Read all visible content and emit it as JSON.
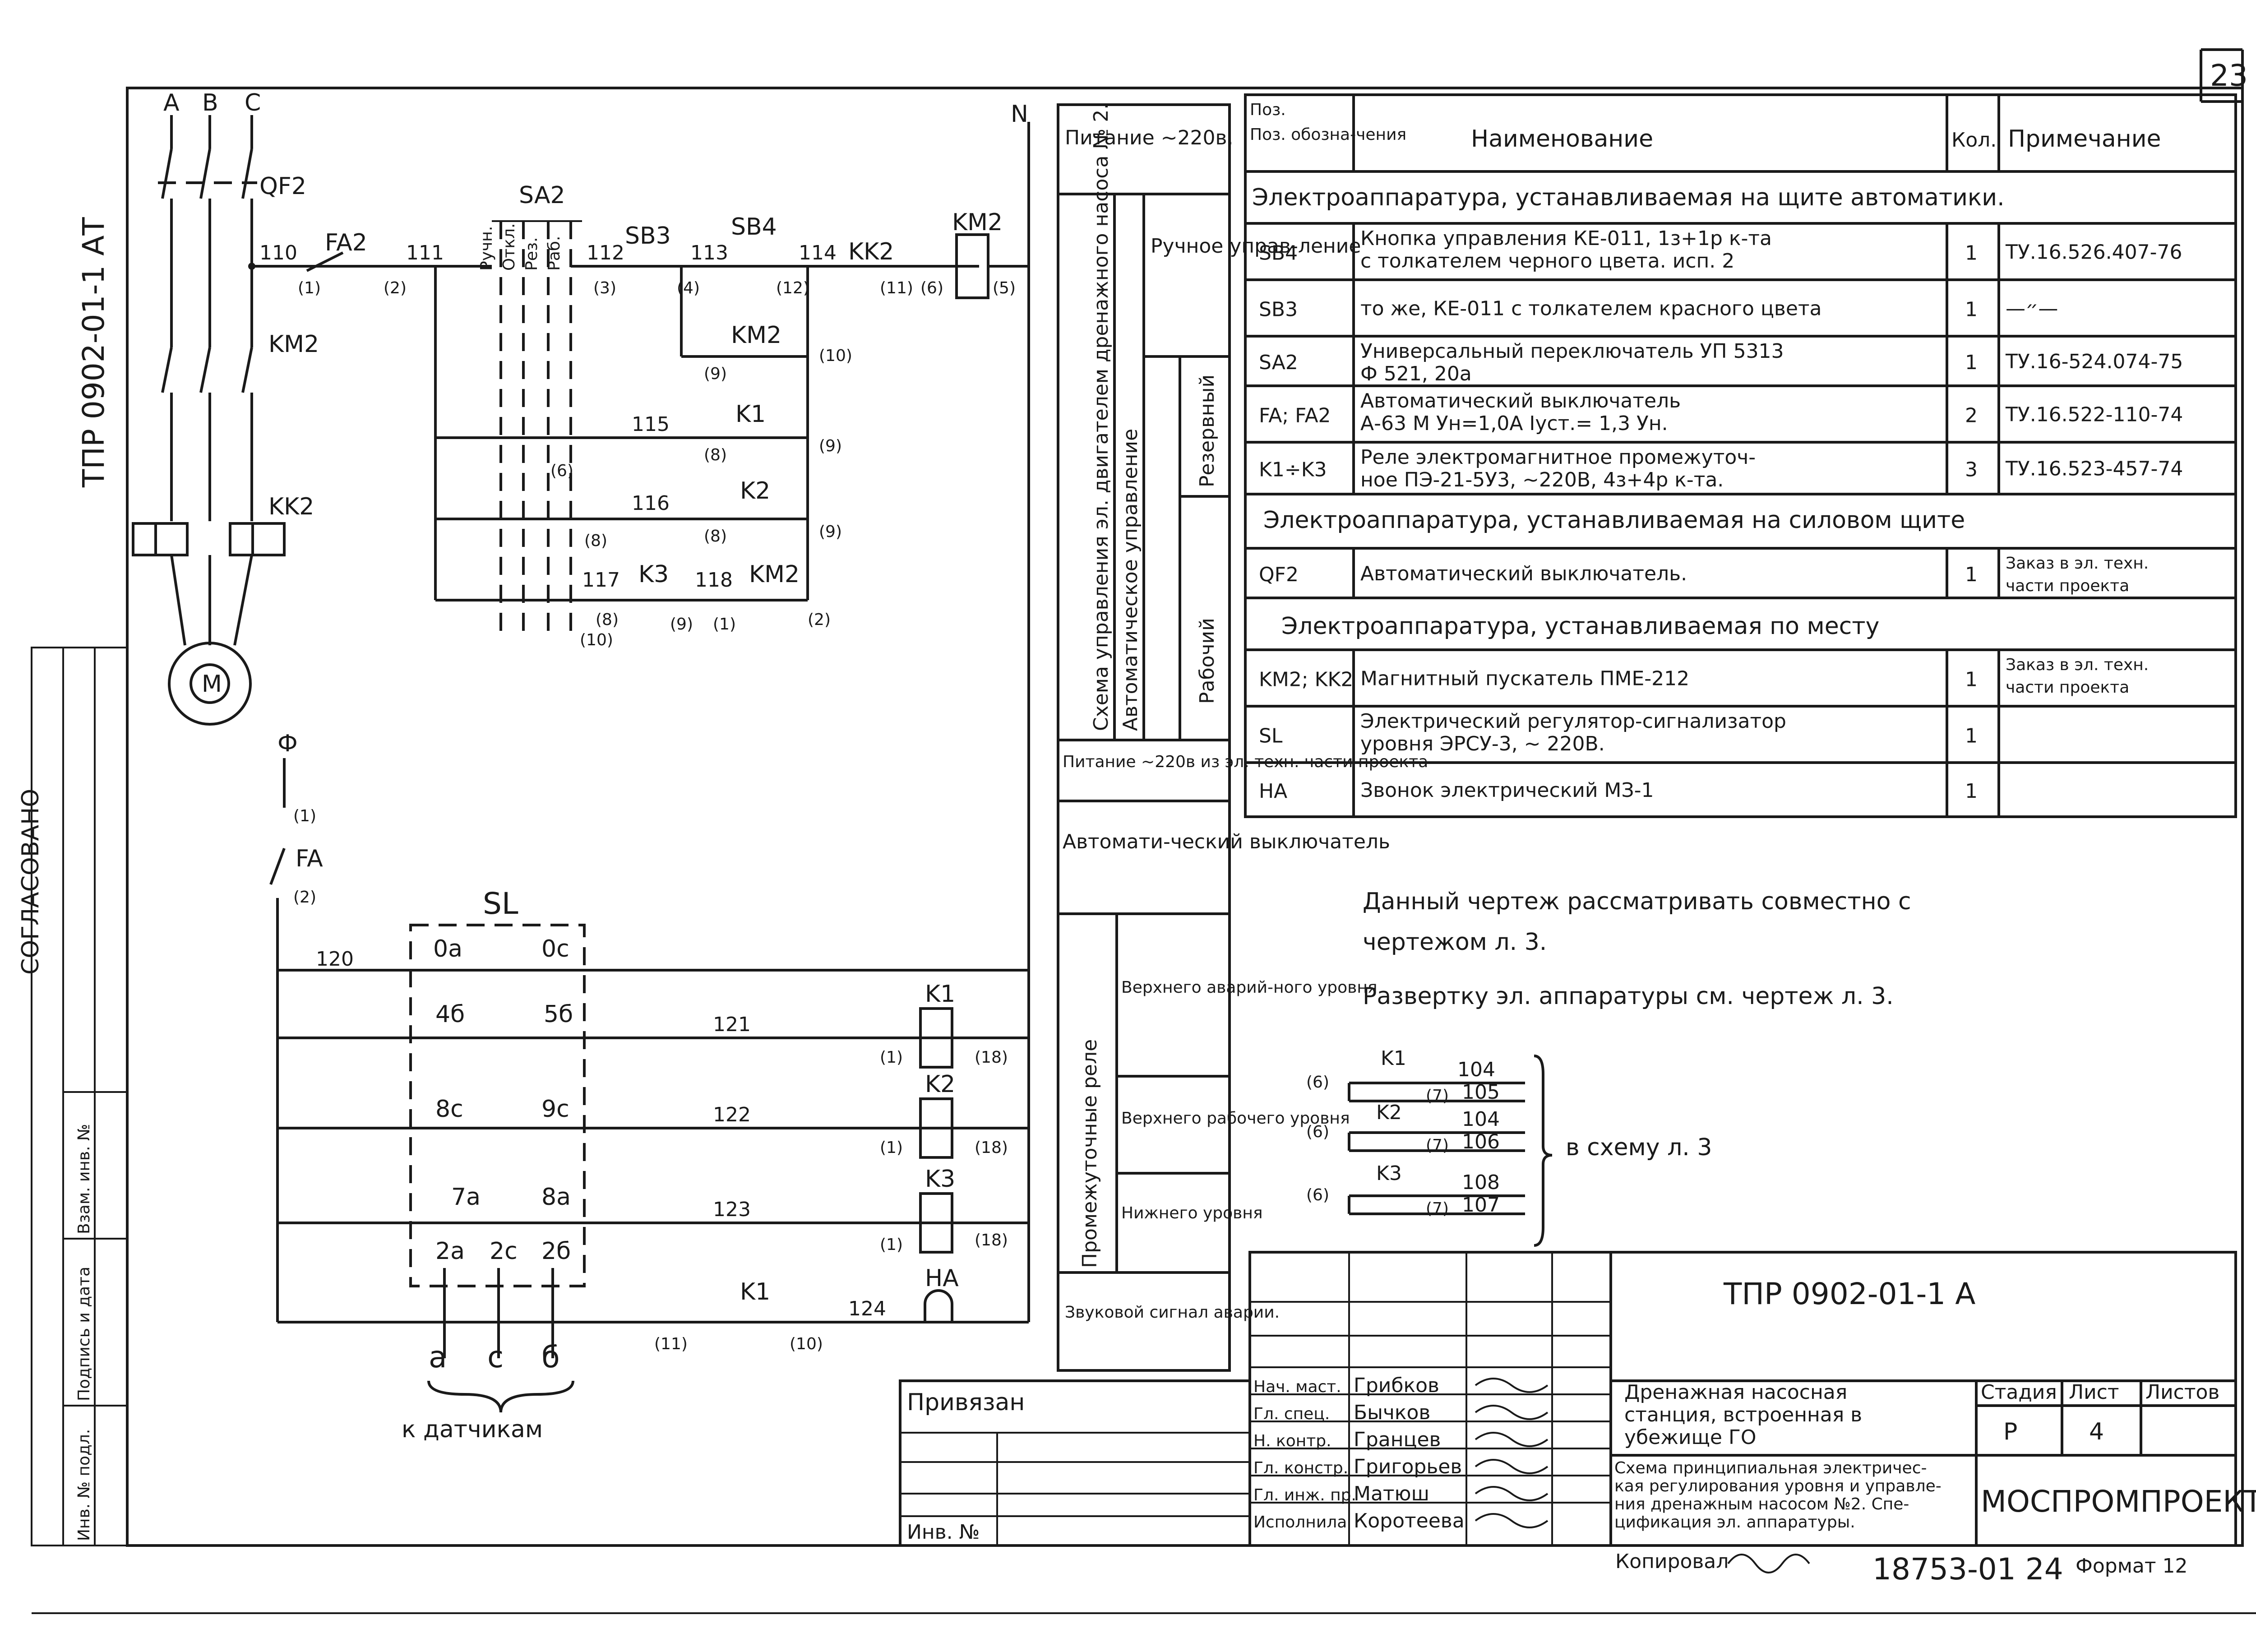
{
  "sheet_number": "23",
  "vertical_code": "ТПР 0902-01-1 АТ",
  "approval_label": "СОГЛАСОВАНО",
  "left_stamp": [
    "Взам. инв. №",
    "Подпись и дата",
    "Инв. № подл."
  ],
  "power_circuit": {
    "phases": [
      "A",
      "B",
      "C"
    ],
    "breaker": "QF2",
    "contactor": "KM2",
    "thermal_relay": "KK2",
    "motor": "M"
  },
  "control_circuit": {
    "neutral": "N",
    "switch": "SA2",
    "switch_positions": [
      "Ручн.",
      "Откл.",
      "Рез.",
      "Раб."
    ],
    "labels": {
      "fa2": "FA2",
      "sb3": "SB3",
      "sb4": "SB4",
      "kk2": "KK2",
      "km2": "KM2",
      "k1": "K1",
      "k2": "K2",
      "k3": "K3",
      "w110": "110",
      "w111": "111",
      "w112": "112",
      "w113": "113",
      "w114": "114",
      "w115": "115",
      "w116": "116",
      "w117": "117",
      "w118": "118",
      "n1": "(1)",
      "n2": "(2)",
      "n3": "(3)",
      "n4": "(4)",
      "n5": "(5)",
      "n6": "(6)",
      "n8": "(8)",
      "n9": "(9)",
      "n10": "(10)",
      "n11": "(11)",
      "n12": "(12)"
    }
  },
  "signal_circuit": {
    "phase": "Ф",
    "fuse": "FA",
    "level_sensor": "SL",
    "contacts": [
      "0а",
      "0с",
      "4б",
      "5б",
      "8с",
      "9с",
      "7а",
      "8а",
      "2а",
      "2с",
      "2б"
    ],
    "wires": [
      "120",
      "121",
      "122",
      "123",
      "124"
    ],
    "relays": [
      "K1",
      "K2",
      "K3"
    ],
    "bell": "HA",
    "n1": "(1)",
    "n2": "(2)",
    "n10": "(10)",
    "n11": "(11)",
    "n18": "(18)",
    "sensor_caption": "к датчикам",
    "sensor_letters": [
      "а",
      "с",
      "б"
    ]
  },
  "side_legend": {
    "supply": "Питание ~220в.",
    "group_main": "Схема управления эл. двигателем дренажного насоса № 2.",
    "group_auto": "Автоматическое управление",
    "manual": "Ручное управ-ление",
    "reserve": "Резервный",
    "working": "Рабочий",
    "supply2": "Питание ~220в из эл. техн. части проекта",
    "auto_breaker": "Автомати-ческий выключатель",
    "group_relays": "Промежуточные реле",
    "upper_emergency": "Верхнего аварий-ного уровня",
    "upper_working": "Верхнего рабочего уровня",
    "lower": "Нижнего уровня",
    "sound": "Звуковой сигнал аварии."
  },
  "spec_table": {
    "headers": [
      "Поз. обозна-чения",
      "Наименование",
      "Кол.",
      "Примечание"
    ],
    "section1": "Электроаппаратура, устанавливаемая на щите автоматики.",
    "section2": "Электроаппаратура, устанавливаемая на силовом щите",
    "section3": "Электроаппаратура, устанавливаемая по месту",
    "rows": [
      {
        "pos": "SB4",
        "name": [
          "Кнопка управления КЕ-011, 1з+1р к-та",
          "с толкателем черного цвета. исп. 2"
        ],
        "qty": "1",
        "note": [
          "ТУ.16.526.407-76"
        ]
      },
      {
        "pos": "SB3",
        "name": [
          "то же, КЕ-011 с толкателем красного цвета"
        ],
        "qty": "1",
        "note": [
          "—״—"
        ]
      },
      {
        "pos": "SA2",
        "name": [
          "Универсальный переключатель УП 5313",
          "Ф 521, 20а"
        ],
        "qty": "1",
        "note": [
          "ТУ.16-524.074-75"
        ]
      },
      {
        "pos": "FA; FA2",
        "name": [
          "Автоматический выключатель",
          "А-63 М   Ун=1,0А   Iуст.= 1,3 Ун."
        ],
        "qty": "2",
        "note": [
          "ТУ.16.522-110-74"
        ]
      },
      {
        "pos": "K1÷K3",
        "name": [
          "Реле электромагнитное промежуточ-",
          "ное ПЭ-21-5У3, ~220В, 4з+4р к-та."
        ],
        "qty": "3",
        "note": [
          "ТУ.16.523-457-74"
        ]
      },
      {
        "pos": "QF2",
        "name": [
          "Автоматический выключатель."
        ],
        "qty": "1",
        "note": [
          "Заказ в эл. техн.",
          "части проекта"
        ]
      },
      {
        "pos": "KM2; KK2",
        "name": [
          "Магнитный пускатель ПМЕ-212"
        ],
        "qty": "1",
        "note": [
          "Заказ в эл. техн.",
          "части проекта"
        ]
      },
      {
        "pos": "SL",
        "name": [
          "Электрический регулятор-сигнализатор",
          "уровня ЭРСУ-3, ~ 220В."
        ],
        "qty": "1",
        "note": []
      },
      {
        "pos": "HA",
        "name": [
          "Звонок электрический   МЗ-1"
        ],
        "qty": "1",
        "note": []
      }
    ]
  },
  "notes": [
    "Данный чертеж рассматривать совместно с",
    "чертежом л. 3.",
    "Развертку эл. аппаратуры см. чертеж л. 3."
  ],
  "connection_diagram": {
    "relays": [
      "K1",
      "K2",
      "K3"
    ],
    "in_term": "(6)",
    "out_term": "(7)",
    "wires": [
      [
        "104",
        "105"
      ],
      [
        "104",
        "106"
      ],
      [
        "108",
        "107"
      ]
    ],
    "target": "в схему л. 3"
  },
  "title_block": {
    "drawing_code": "ТПР 0902-01-1   А",
    "bound": "Привязан",
    "inv_no": "Инв. №",
    "roles": [
      "Нач. маст.",
      "Гл. спец.",
      "Н. контр.",
      "Гл. констр.",
      "Гл. инж. пр.",
      "Исполнила"
    ],
    "names": [
      "Грибков",
      "Бычков",
      "Гранцев",
      "Григорьев",
      "Матюш",
      "Коротеева"
    ],
    "object_name": [
      "Дренажная насосная",
      "станция, встроенная в",
      "убежище ГО"
    ],
    "sheet_title": [
      "Схема принципиальная электричес-",
      "кая регулирования уровня и управле-",
      "ния дренажным насосом №2. Спе-",
      "цификация эл. аппаратуры."
    ],
    "stage_label": "Стадия",
    "sheet_label": "Лист",
    "sheets_label": "Листов",
    "stage": "Р",
    "sheet": "4",
    "org": "МОСПРОМПРОЕКТ"
  },
  "footer": {
    "copied": "Копировал",
    "order_no": "18753-01 24",
    "format": "Формат 12"
  }
}
